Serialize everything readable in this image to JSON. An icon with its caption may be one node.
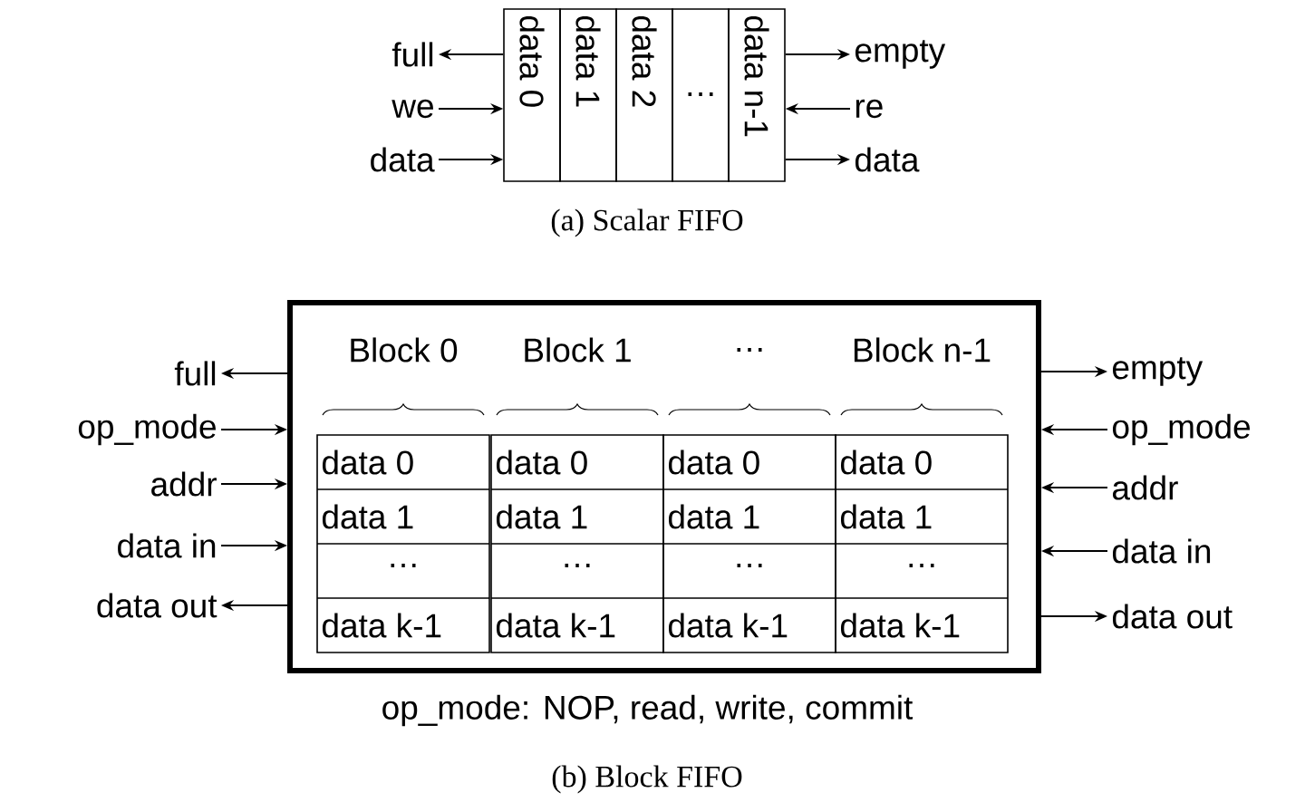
{
  "diagram": {
    "nodes": [
      {
        "text": [
          "full"
        ]
      },
      {
        "text": [
          "we"
        ]
      },
      {
        "text": [
          "data"
        ]
      },
      {
        "text": [
          "data 0"
        ]
      },
      {
        "text": [
          "data 1"
        ]
      },
      {
        "text": [
          "data 2"
        ]
      },
      {
        "text": [
          "…"
        ]
      },
      {
        "text": [
          "data n-1"
        ]
      },
      {
        "text": [
          "empty"
        ]
      },
      {
        "text": [
          "re"
        ]
      },
      {
        "text": [
          "data"
        ]
      },
      {
        "text": [],
        "shape": "box"
      },
      {
        "text": [
          "Block 0",
          "data 0",
          "data 1",
          "…",
          "data k-1"
        ],
        "in": 11
      },
      {
        "text": [
          "Block 1",
          "data 0",
          "data 1",
          "…",
          "data k-1"
        ],
        "in": 11
      },
      {
        "text": [
          "…",
          "data 0",
          "data 1",
          "…",
          "data k-1"
        ],
        "in": 11
      },
      {
        "text": [
          "Block n-1",
          "data 0",
          "data 1",
          "…",
          "data k-1"
        ],
        "in": 11
      },
      {
        "text": [
          "full"
        ]
      },
      {
        "text": [
          "op_mode"
        ]
      },
      {
        "text": [
          "addr"
        ]
      },
      {
        "text": [
          "data in"
        ]
      },
      {
        "text": [
          "data out"
        ]
      },
      {
        "text": [
          "empty"
        ]
      },
      {
        "text": [
          "op_mode"
        ]
      },
      {
        "text": [
          "addr"
        ]
      },
      {
        "text": [
          "data in"
        ]
      },
      {
        "text": [
          "data out"
        ]
      }
    ],
    "edges": [
      {
        "from": 3,
        "to": 0,
        "arrow": "to"
      },
      {
        "from": 1,
        "to": 3,
        "arrow": "to"
      },
      {
        "from": 2,
        "to": 3,
        "arrow": "to"
      },
      {
        "from": 7,
        "to": 8,
        "arrow": "to"
      },
      {
        "from": 9,
        "to": 7,
        "arrow": "to"
      },
      {
        "from": 7,
        "to": 10,
        "arrow": "to"
      },
      {
        "from": 11,
        "to": 16,
        "arrow": "to"
      },
      {
        "from": 17,
        "to": 11,
        "arrow": "to"
      },
      {
        "from": 18,
        "to": 11,
        "arrow": "to"
      },
      {
        "from": 19,
        "to": 11,
        "arrow": "to"
      },
      {
        "from": 11,
        "to": 20,
        "arrow": "to"
      },
      {
        "from": 11,
        "to": 21,
        "arrow": "to"
      },
      {
        "from": 22,
        "to": 11,
        "arrow": "to"
      },
      {
        "from": 23,
        "to": 11,
        "arrow": "to"
      },
      {
        "from": 24,
        "to": 11,
        "arrow": "to"
      },
      {
        "from": 11,
        "to": 25,
        "arrow": "to"
      }
    ],
    "labels": [
      "(a) Scalar FIFO",
      "op_mode: NOP, read, write, commit",
      "(b) Block FIFO"
    ]
  }
}
